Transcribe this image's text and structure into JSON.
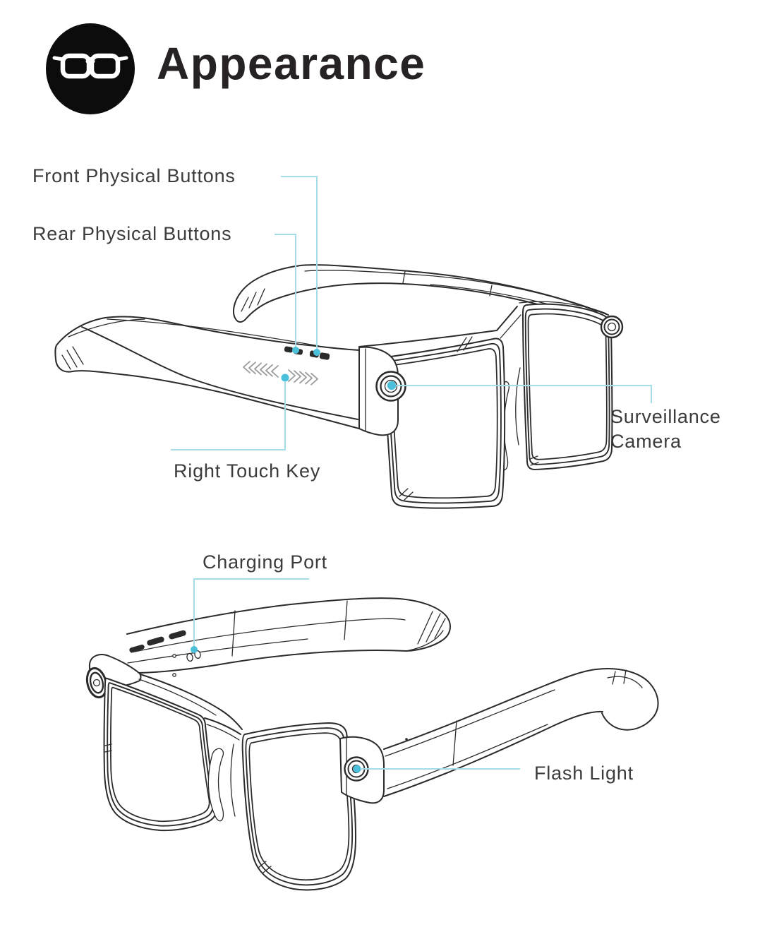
{
  "header": {
    "title": "Appearance",
    "icon": "glasses-icon"
  },
  "diagram": {
    "top_view_labels": {
      "front_buttons": "Front Physical Buttons",
      "rear_buttons": "Rear Physical Buttons",
      "right_touch_key": "Right Touch Key",
      "surveillance_camera": "Surveillance Camera"
    },
    "bottom_view_labels": {
      "charging_port": "Charging Port",
      "flash_light": "Flash Light"
    }
  },
  "colors": {
    "leader_line": "#a6dbe8",
    "leader_dot": "#4cc0da",
    "line_art": "#2b2b2b",
    "chevron": "#9b9b9b",
    "label_text": "#3c3c3c",
    "title_text": "#272324",
    "icon_background": "#0c0c0c"
  }
}
